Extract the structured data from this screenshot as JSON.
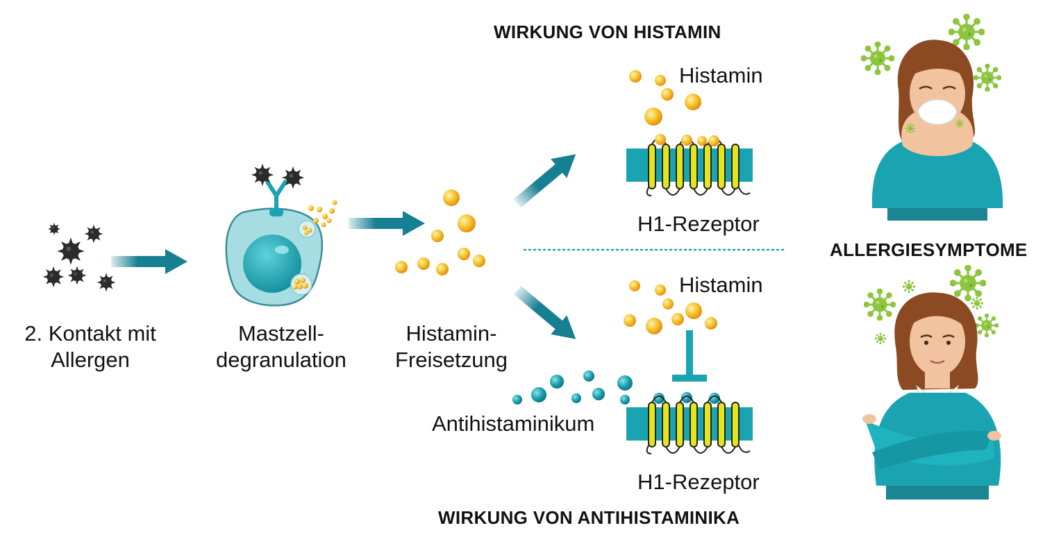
{
  "titles": {
    "histamine_effect": "WIRKUNG VON HISTAMIN",
    "antihistamine_effect": "WIRKUNG VON ANTIHISTAMINIKA",
    "symptoms": "ALLERGIESYMPTOME"
  },
  "steps": {
    "contact_line1": "2. Kontakt mit",
    "contact_line2": "Allergen",
    "mast_line1": "Mastzell-",
    "mast_line2": "degranulation",
    "release_line1": "Histamin-",
    "release_line2": "Freisetzung"
  },
  "labels": {
    "histamin_top": "Histamin",
    "receptor_top": "H1-Rezeptor",
    "histamin_bottom": "Histamin",
    "antihistaminikum": "Antihistaminikum",
    "receptor_bottom": "H1-Rezeptor"
  },
  "colors": {
    "teal": "#1aa3b0",
    "arrow": "#177f92",
    "histamine": "#f4b21c",
    "allergen": "#2b2b2b",
    "virus": "#8cc63f",
    "helix": "#e4e61c"
  }
}
